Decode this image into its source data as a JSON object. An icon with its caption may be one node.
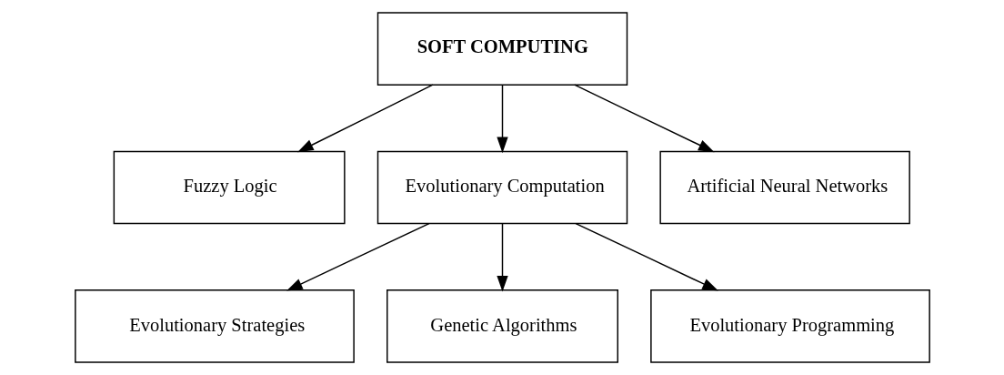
{
  "diagram": {
    "nodes": [
      {
        "text": [
          "SOFT COMPUTING"
        ]
      },
      {
        "text": [
          "Fuzzy Logic"
        ]
      },
      {
        "text": [
          "Evolutionary Computation"
        ]
      },
      {
        "text": [
          "Artificial Neural Networks"
        ]
      },
      {
        "text": [
          "Evolutionary Strategies"
        ]
      },
      {
        "text": [
          "Genetic Algorithms"
        ]
      },
      {
        "text": [
          "Evolutionary Programming"
        ]
      }
    ],
    "edges": [
      {
        "from": 0,
        "to": 1,
        "arrow": "to"
      },
      {
        "from": 0,
        "to": 2,
        "arrow": "to"
      },
      {
        "from": 0,
        "to": 3,
        "arrow": "to"
      },
      {
        "from": 2,
        "to": 4,
        "arrow": "to"
      },
      {
        "from": 2,
        "to": 5,
        "arrow": "to"
      },
      {
        "from": 2,
        "to": 6,
        "arrow": "to"
      }
    ]
  }
}
